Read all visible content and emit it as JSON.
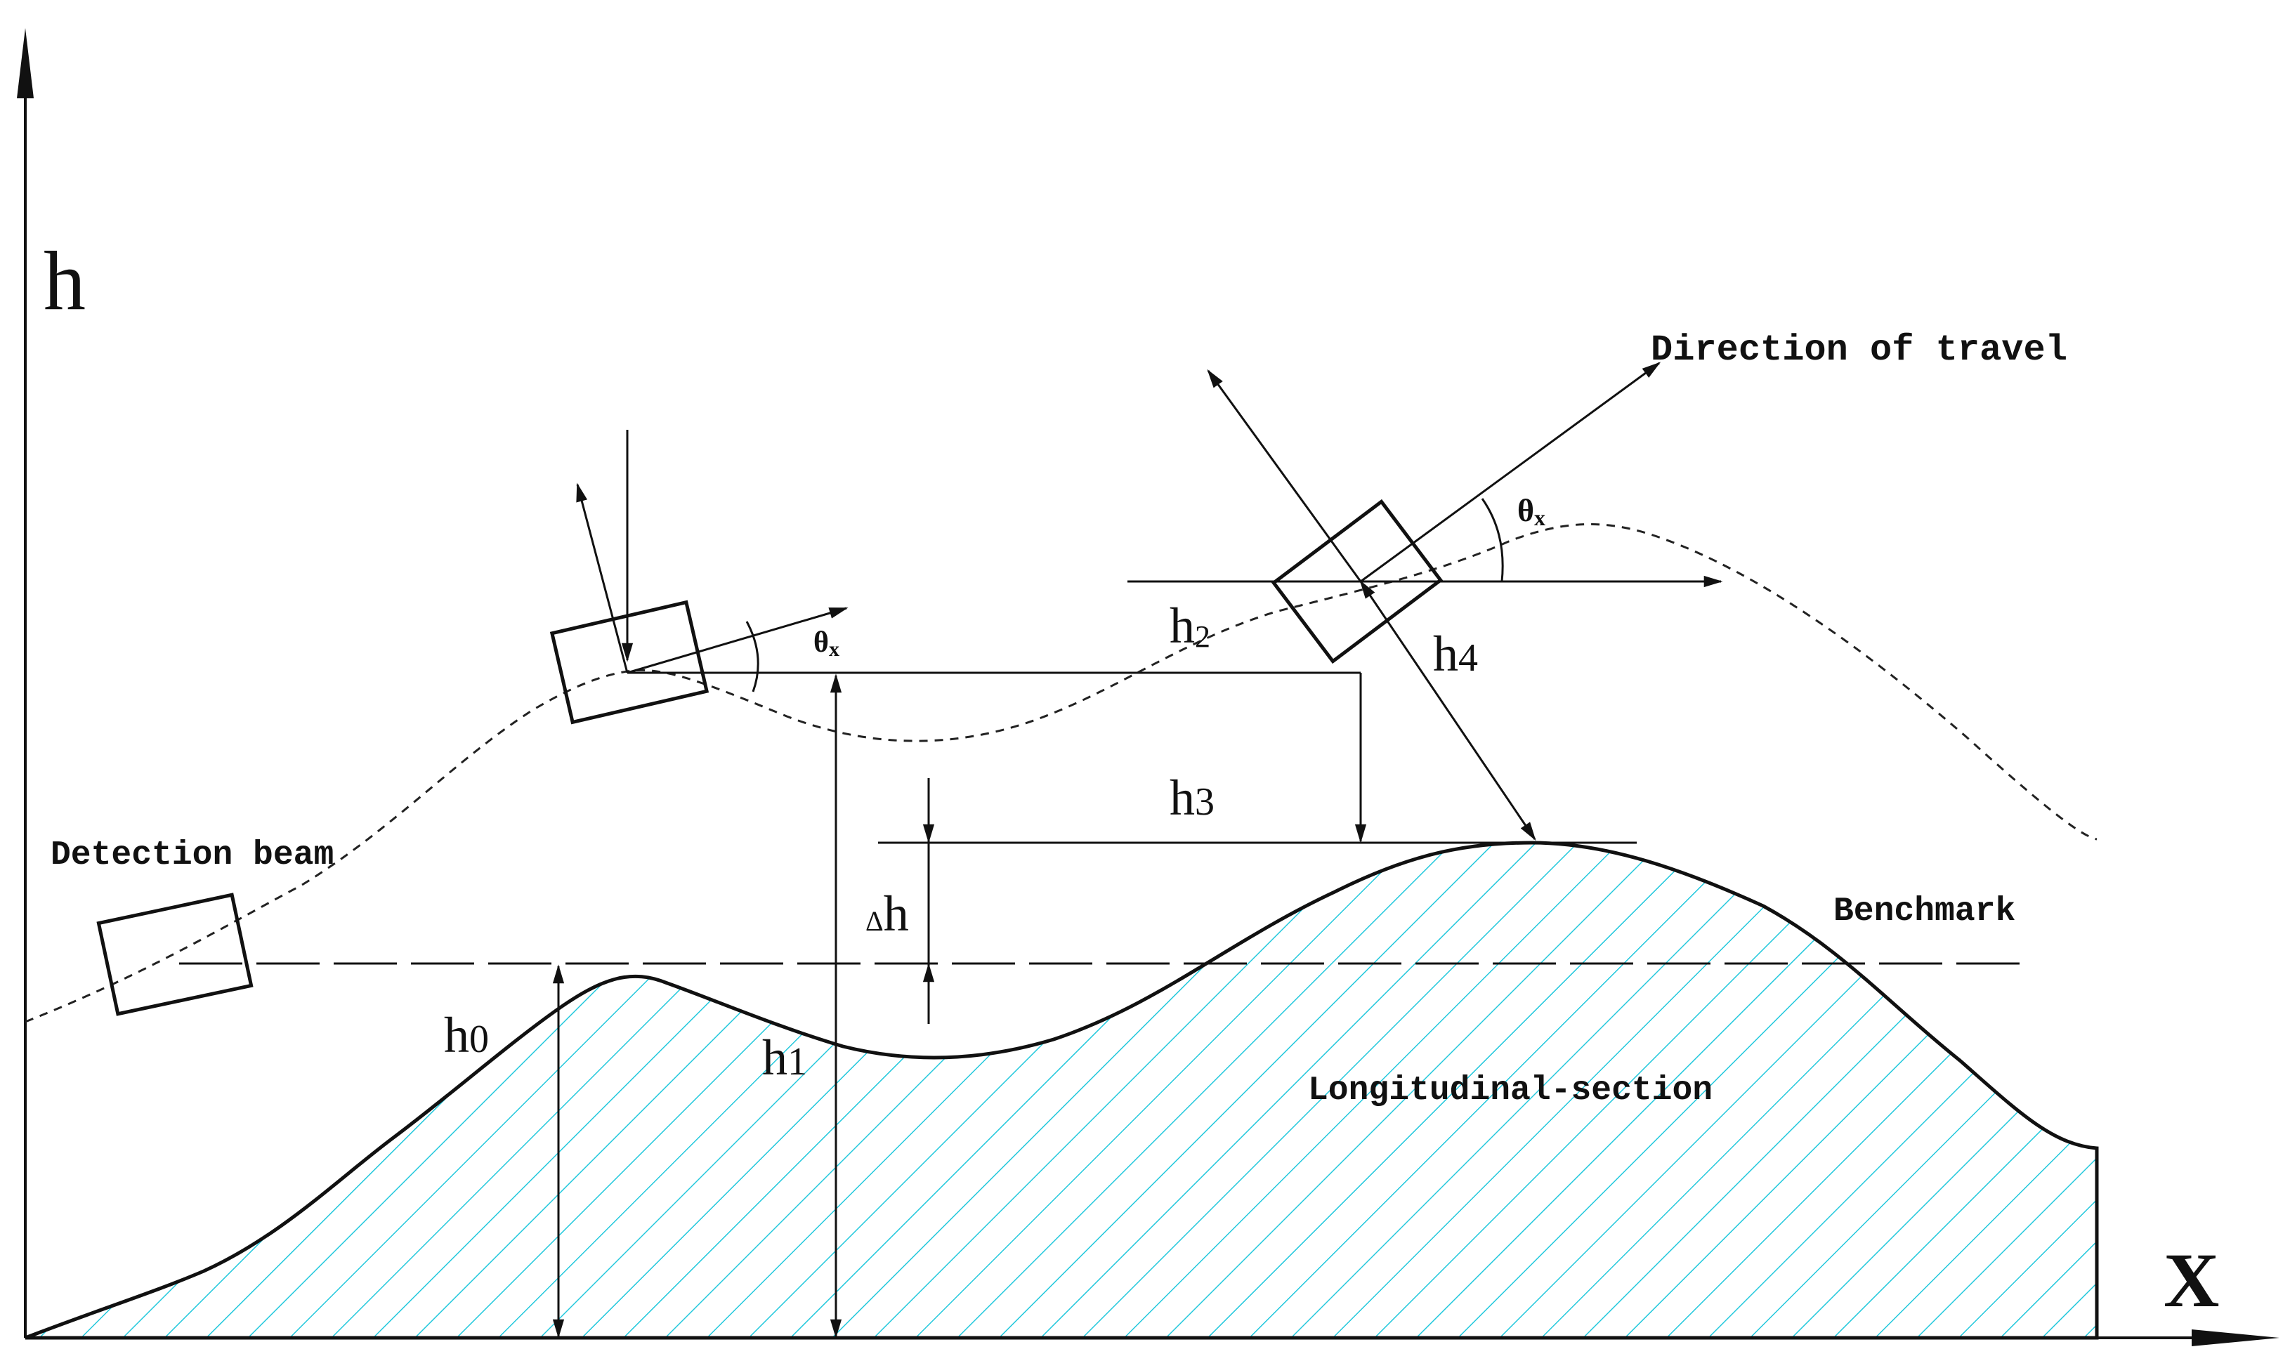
{
  "axes": {
    "y_label": "h",
    "x_label": "X"
  },
  "labels": {
    "direction_of_travel": "Direction of travel",
    "detection_beam": "Detection beam",
    "benchmark": "Benchmark",
    "longitudinal_section": "Longitudinal-section",
    "theta_left": "θ",
    "theta_left_sub": "x",
    "theta_right": "θ",
    "theta_right_sub": "x",
    "h0_main": "h",
    "h0_sub": "0",
    "h1_main": "h",
    "h1_sub": "1",
    "h2_main": "h",
    "h2_sub": "2",
    "h3_main": "h",
    "h3_sub": "3",
    "h4_main": "h",
    "h4_sub": "4",
    "dh_delta": "Δ",
    "dh_h": "h"
  },
  "colors": {
    "hatch": "#22c8dc",
    "line": "#111111"
  }
}
